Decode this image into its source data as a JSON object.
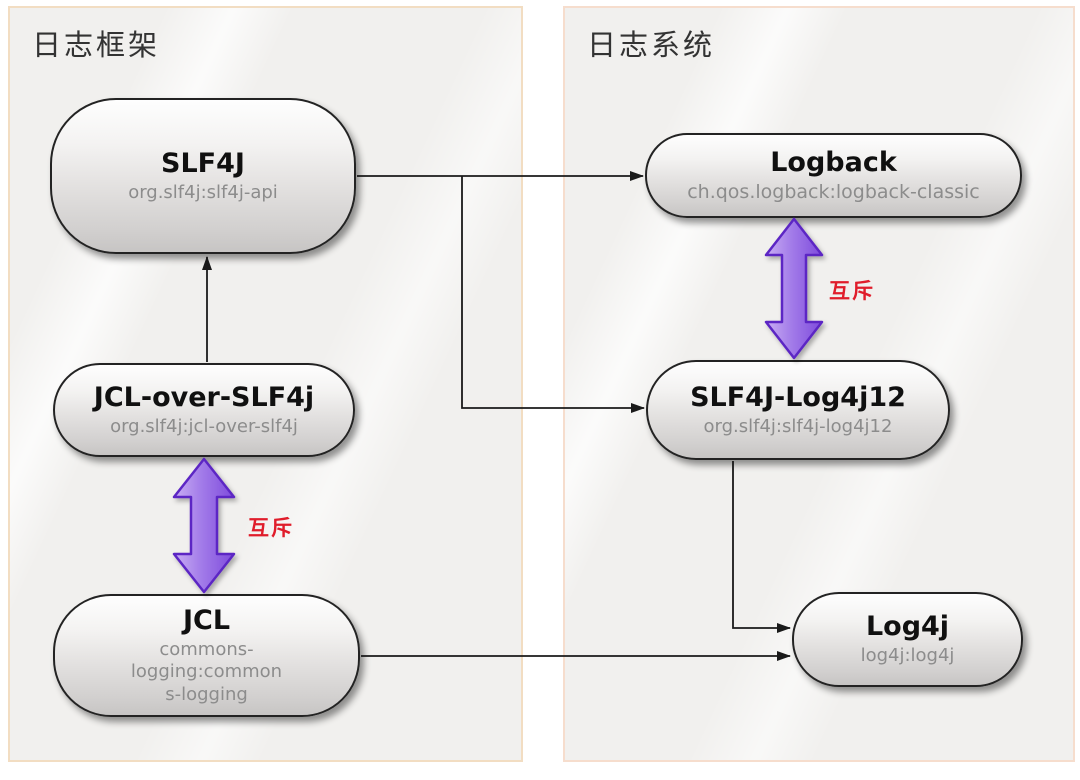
{
  "panels": {
    "frameworks": {
      "title": "日志框架"
    },
    "systems": {
      "title": "日志系统"
    }
  },
  "nodes": {
    "slf4j": {
      "title": "SLF4J",
      "artifact": "org.slf4j:slf4j-api"
    },
    "jcl_over_slf4j": {
      "title": "JCL-over-SLF4j",
      "artifact": "org.slf4j:jcl-over-slf4j"
    },
    "jcl": {
      "title": "JCL",
      "artifact": "commons-logging:commons-logging"
    },
    "logback": {
      "title": "Logback",
      "artifact": "ch.qos.logback:logback-classic"
    },
    "slf4j_log4j12": {
      "title": "SLF4J-Log4j12",
      "artifact": "org.slf4j:slf4j-log4j12"
    },
    "log4j": {
      "title": "Log4j",
      "artifact": "log4j:log4j"
    }
  },
  "labels": {
    "mutex_left": "互斥",
    "mutex_right": "互斥"
  },
  "edges": [
    {
      "from": "SLF4J",
      "to": "Logback",
      "type": "arrow"
    },
    {
      "from": "SLF4J",
      "to": "SLF4J-Log4j12",
      "type": "arrow"
    },
    {
      "from": "JCL-over-SLF4j",
      "to": "SLF4J",
      "type": "arrow"
    },
    {
      "from": "SLF4J-Log4j12",
      "to": "Log4j",
      "type": "arrow"
    },
    {
      "from": "JCL",
      "to": "Log4j",
      "type": "arrow"
    },
    {
      "from": "JCL-over-SLF4j",
      "to": "JCL",
      "type": "mutex",
      "label": "互斥"
    },
    {
      "from": "Logback",
      "to": "SLF4J-Log4j12",
      "type": "mutex",
      "label": "互斥"
    }
  ],
  "colors": {
    "mutex_label": "#e01d2b",
    "mutex_arrow_fill": "#9c70e8",
    "mutex_arrow_border": "#5c25c4",
    "connector": "#1a1a1a",
    "panel_border": "#f2ddc2",
    "node_border": "#232323"
  }
}
